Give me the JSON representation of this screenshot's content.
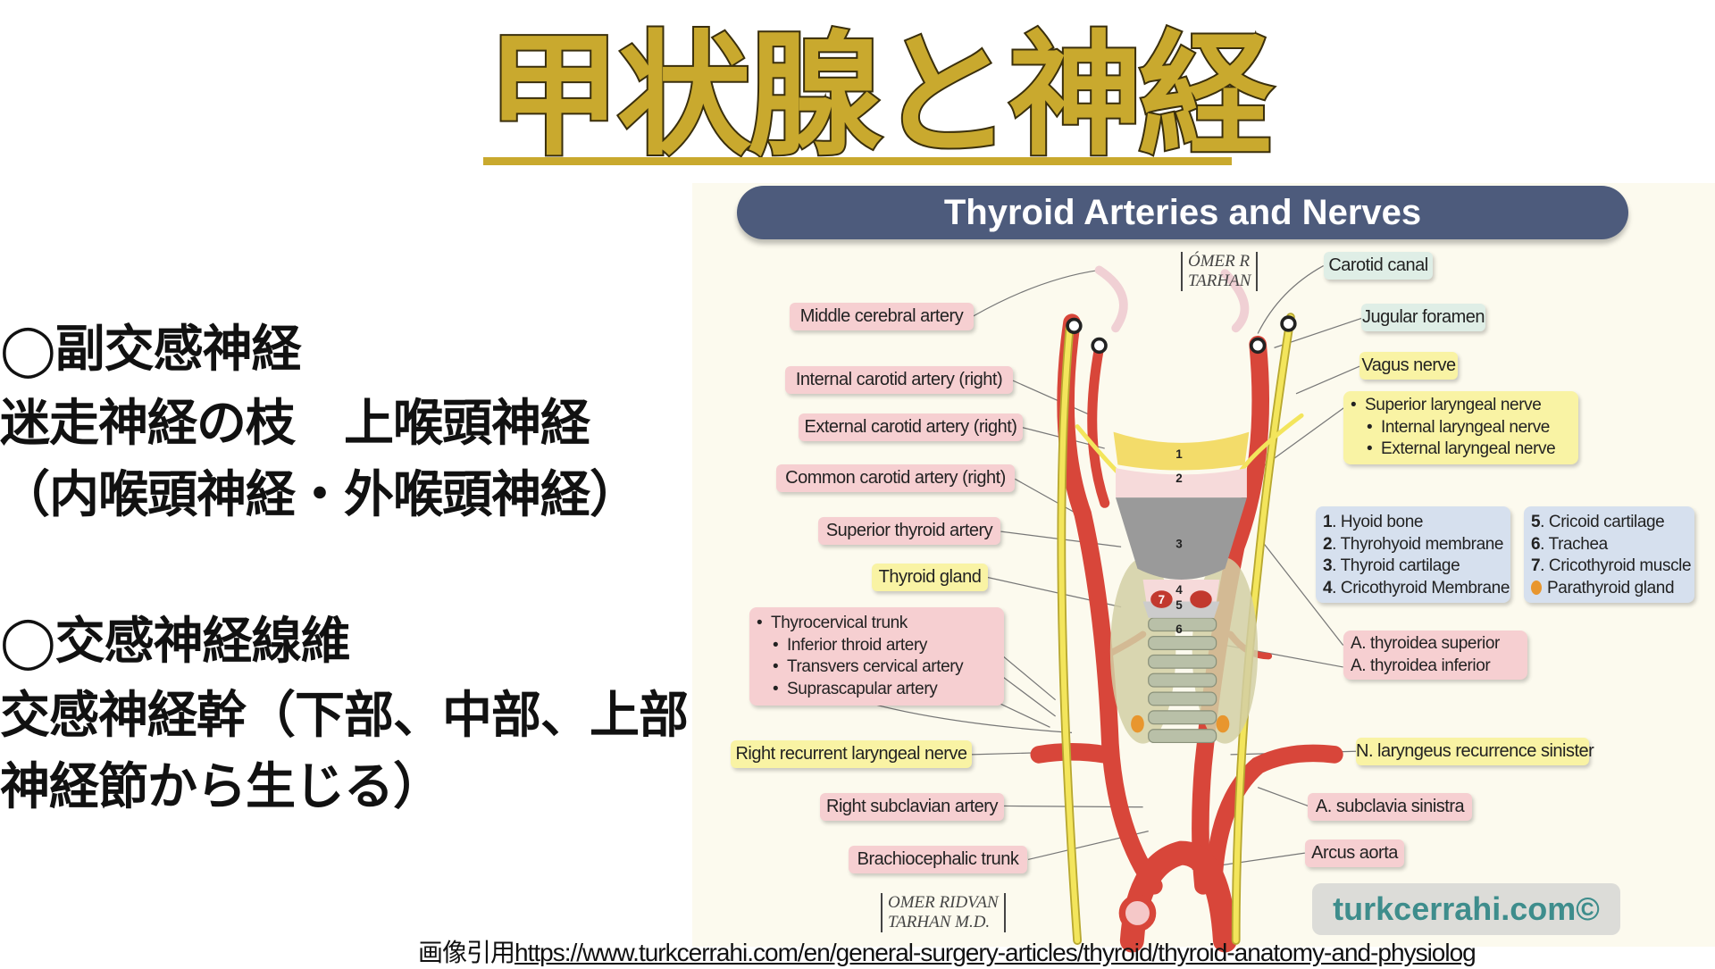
{
  "title": "甲状腺と神経",
  "left_text": [
    "◯副交感神経",
    "迷走神経の枝　上喉頭神経",
    "（内喉頭神経・外喉頭神経）",
    "◯交感神経線維",
    "交感神経幹（下部、中部、上部",
    "神経節から生じる）"
  ],
  "diagram": {
    "title": "Thyroid Arteries and Nerves",
    "signature_top": [
      "ÓMER R",
      "TARHAN"
    ],
    "signature_bottom": [
      "OMER RIDVAN",
      "TARHAN M.D."
    ],
    "brand": "turkcerrahi.com©",
    "left_labels": {
      "middle_cerebral": "Middle cerebral artery",
      "internal_carotid": "Internal carotid artery (right)",
      "external_carotid": "External carotid artery (right)",
      "common_carotid": "Common carotid artery (right)",
      "superior_thyroid": "Superior thyroid artery",
      "thyroid_gland": "Thyroid gland",
      "thyrocervical": "Thyrocervical trunk",
      "inferior_thyroid": "Inferior throid artery",
      "transvers_cervical": "Transvers cervical artery",
      "suprascapular": "Suprascapular artery",
      "right_recurrent": "Right recurrent laryngeal nerve",
      "right_subclavian": "Right subclavian artery",
      "brachiocephalic": "Brachiocephalic trunk"
    },
    "right_labels": {
      "carotid_canal": "Carotid canal",
      "jugular_foramen": "Jugular foramen",
      "vagus": "Vagus nerve",
      "superior_laryngeal": "Superior laryngeal nerve",
      "internal_laryngeal": "Internal laryngeal nerve",
      "external_laryngeal": "External laryngeal nerve",
      "thyroidea_superior": "A. thyroidea superior",
      "thyroidea_inferior": "A. thyroidea inferior",
      "recurrent_sinister": "N. laryngeus recurrence sinister",
      "subclavia_sinistra": "A. subclavia sinistra",
      "arcus_aorta": "Arcus aorta"
    },
    "structure_numbers": [
      "1",
      "2",
      "3",
      "4",
      "5",
      "6",
      "7"
    ],
    "legend": [
      {
        "num": "1",
        "text": ". Hyoid bone"
      },
      {
        "num": "2",
        "text": ". Thyrohyoid membrane"
      },
      {
        "num": "3",
        "text": ". Thyroid cartilage"
      },
      {
        "num": "4",
        "text": ". Cricothyroid Membrane"
      },
      {
        "num": "5",
        "text": ". Cricoid cartilage"
      },
      {
        "num": "6",
        "text": ". Trachea"
      },
      {
        "num": "7",
        "text": ". Cricothyroid muscle"
      },
      {
        "num": "",
        "text": "Parathyroid gland"
      }
    ],
    "colors": {
      "artery": "#d8463a",
      "nerve": "#f3e55c",
      "banner": "#4d5b7c",
      "parathyroid": "#e8962e"
    }
  },
  "citation": {
    "prefix": "画像引用",
    "url": "https://www.turkcerrahi.com/en/general-surgery-articles/thyroid/thyroid-anatomy-and-physiolog"
  }
}
